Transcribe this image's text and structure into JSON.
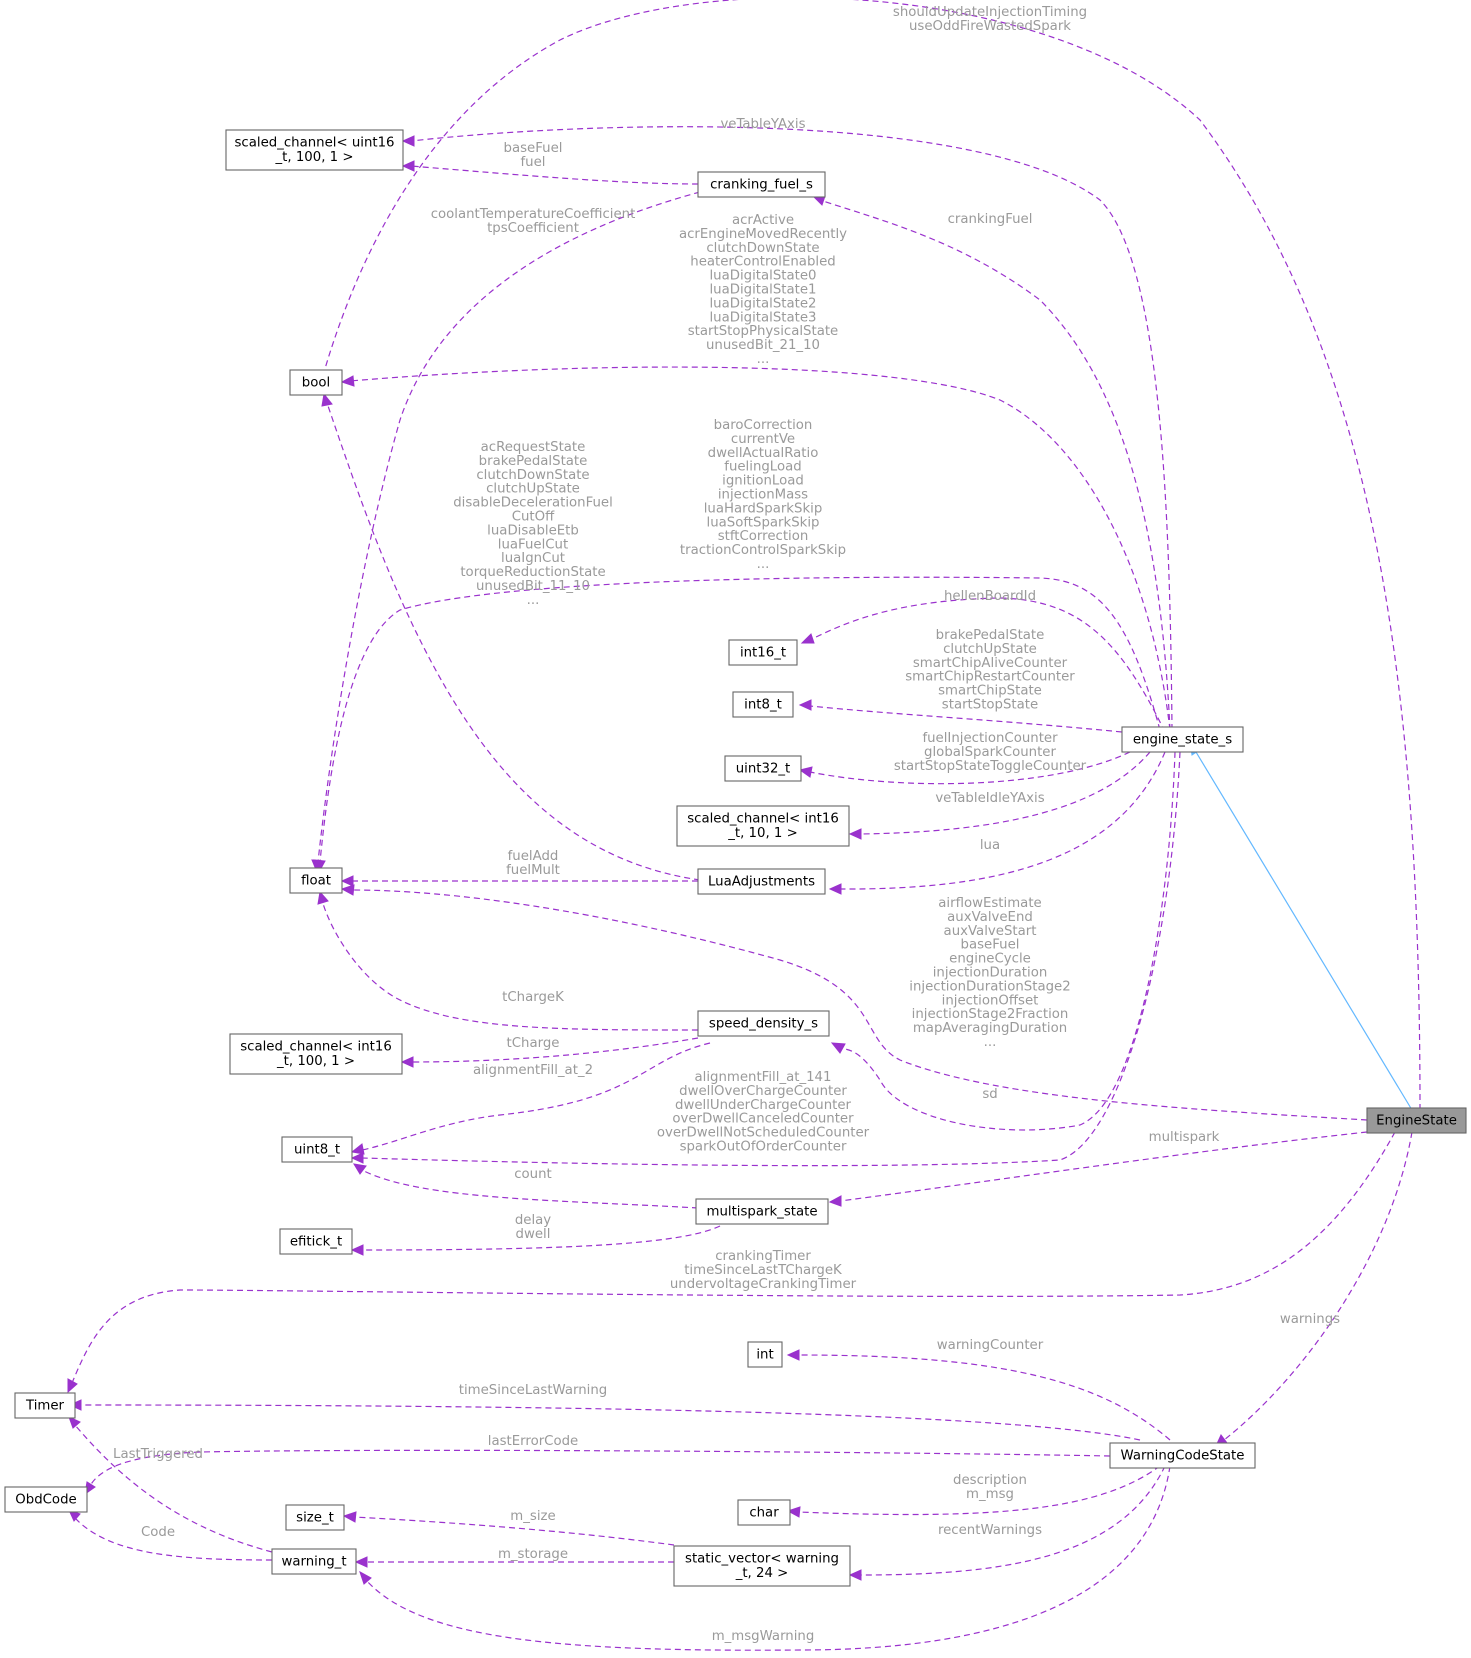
{
  "nodes": {
    "scaled_uint16": [
      "scaled_channel< uint16",
      "_t, 100, 1 >"
    ],
    "cranking_fuel_s": [
      "cranking_fuel_s"
    ],
    "bool": [
      "bool"
    ],
    "int16_t": [
      "int16_t"
    ],
    "int8_t": [
      "int8_t"
    ],
    "uint32_t": [
      "uint32_t"
    ],
    "scaled_int16_10": [
      "scaled_channel< int16",
      "_t, 10, 1 >"
    ],
    "engine_state_s": [
      "engine_state_s"
    ],
    "float": [
      "float"
    ],
    "LuaAdjustments": [
      "LuaAdjustments"
    ],
    "scaled_int16_100": [
      "scaled_channel< int16",
      "_t, 100, 1 >"
    ],
    "speed_density_s": [
      "speed_density_s"
    ],
    "uint8_t": [
      "uint8_t"
    ],
    "multispark_state": [
      "multispark_state"
    ],
    "efitick_t": [
      "efitick_t"
    ],
    "EngineState": [
      "EngineState"
    ],
    "Timer": [
      "Timer"
    ],
    "int": [
      "int"
    ],
    "ObdCode": [
      "ObdCode"
    ],
    "WarningCodeState": [
      "WarningCodeState"
    ],
    "char": [
      "char"
    ],
    "size_t": [
      "size_t"
    ],
    "warning_t": [
      "warning_t"
    ],
    "static_vector": [
      "static_vector< warning",
      "_t, 24 >"
    ]
  },
  "edge_labels": {
    "es_bool_top": [
      "shouldUpdateInjectionTiming",
      "useOddFireWastedSpark"
    ],
    "vetable_yaxis": [
      "veTableYAxis"
    ],
    "cf_scaled": [
      "baseFuel",
      "fuel"
    ],
    "cf_float": [
      "coolantTemperatureCoefficient",
      "tpsCoefficient"
    ],
    "cranking_fuel": [
      "crankingFuel"
    ],
    "ess_bool": [
      "acrActive",
      "acrEngineMovedRecently",
      "clutchDownState",
      "heaterControlEnabled",
      "luaDigitalState0",
      "luaDigitalState1",
      "luaDigitalState2",
      "luaDigitalState3",
      "startStopPhysicalState",
      "unusedBit_21_10",
      "..."
    ],
    "lua_bool": [
      "acRequestState",
      "brakePedalState",
      "clutchDownState",
      "clutchUpState",
      "disableDecelerationFuel",
      "CutOff",
      "luaDisableEtb",
      "luaFuelCut",
      "luaIgnCut",
      "torqueReductionState",
      "unusedBit_11_10",
      "..."
    ],
    "ess_float": [
      "baroCorrection",
      "currentVe",
      "dwellActualRatio",
      "fuelingLoad",
      "ignitionLoad",
      "injectionMass",
      "luaHardSparkSkip",
      "luaSoftSparkSkip",
      "stftCorrection",
      "tractionControlSparkSkip",
      "..."
    ],
    "hellen": [
      "hellenBoardId"
    ],
    "ess_int8": [
      "brakePedalState",
      "clutchUpState",
      "smartChipAliveCounter",
      "smartChipRestartCounter",
      "smartChipState",
      "startStopState"
    ],
    "ess_uint32": [
      "fuelInjectionCounter",
      "globalSparkCounter",
      "startStopStateToggleCounter"
    ],
    "veidle": [
      "veTableIdleYAxis"
    ],
    "lua": [
      "lua"
    ],
    "lua_float": [
      "fuelAdd",
      "fuelMult"
    ],
    "es_float": [
      "airflowEstimate",
      "auxValveEnd",
      "auxValveStart",
      "baseFuel",
      "engineCycle",
      "injectionDuration",
      "injectionDurationStage2",
      "injectionOffset",
      "injectionStage2Fraction",
      "mapAveragingDuration",
      "..."
    ],
    "tchargek": [
      "tChargeK"
    ],
    "tcharge": [
      "tCharge"
    ],
    "alignment2": [
      "alignmentFill_at_2"
    ],
    "ess_uint8": [
      "alignmentFill_at_141",
      "dwellOverChargeCounter",
      "dwellUnderChargeCounter",
      "overDwellCanceledCounter",
      "overDwellNotScheduledCounter",
      "sparkOutOfOrderCounter"
    ],
    "sd": [
      "sd"
    ],
    "multispark": [
      "multispark"
    ],
    "count": [
      "count"
    ],
    "delay": [
      "delay",
      "dwell"
    ],
    "es_timer": [
      "crankingTimer",
      "timeSinceLastTChargeK",
      "undervoltageCrankingTimer"
    ],
    "warnings": [
      "warnings"
    ],
    "warningcounter": [
      "warningCounter"
    ],
    "timesincelastwarning": [
      "timeSinceLastWarning"
    ],
    "lasterror": [
      "lastErrorCode"
    ],
    "lasttriggered": [
      "LastTriggered"
    ],
    "desc": [
      "description",
      "m_msg"
    ],
    "msize": [
      "m_size"
    ],
    "recent": [
      "recentWarnings"
    ],
    "code": [
      "Code"
    ],
    "mstorage": [
      "m_storage"
    ],
    "msgwarning": [
      "m_msgWarning"
    ]
  },
  "colors": {
    "member_edge": "#9a32cd",
    "inherit_edge": "#63b8ff",
    "highlight_fill": "#999999",
    "label_text": "#9a9a9a"
  }
}
